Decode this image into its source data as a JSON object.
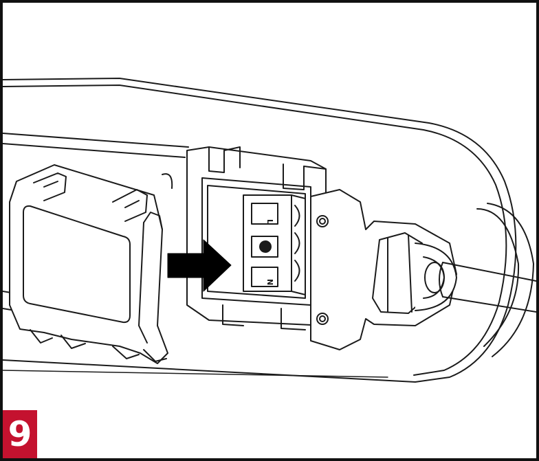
{
  "step": {
    "number": "9",
    "badge_color": "#c4122f"
  },
  "terminal": {
    "labels": [
      "L",
      "N"
    ]
  },
  "arrow": {
    "color": "#000000"
  }
}
